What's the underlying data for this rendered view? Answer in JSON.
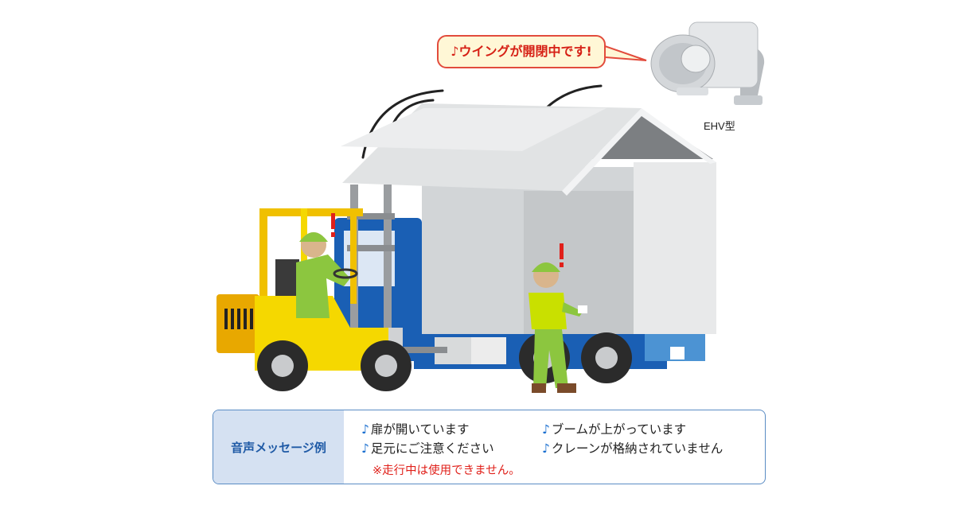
{
  "speech_bubble": {
    "text": "♪ウイングが開閉中です!"
  },
  "speaker": {
    "model_label": "EHV型"
  },
  "colors": {
    "accent_red": "#e0201a",
    "brand_blue": "#1f5aa6",
    "forklift_yellow": "#f5d800",
    "worker_green": "#8cc63f"
  },
  "panel": {
    "heading": "音声メッセージ例",
    "note_icon": "♪",
    "messages": [
      "扉が開いています",
      "ブームが上がっています",
      "足元にご注意ください",
      "クレーンが格納されていません"
    ],
    "caution": "※走行中は使用できません。"
  }
}
